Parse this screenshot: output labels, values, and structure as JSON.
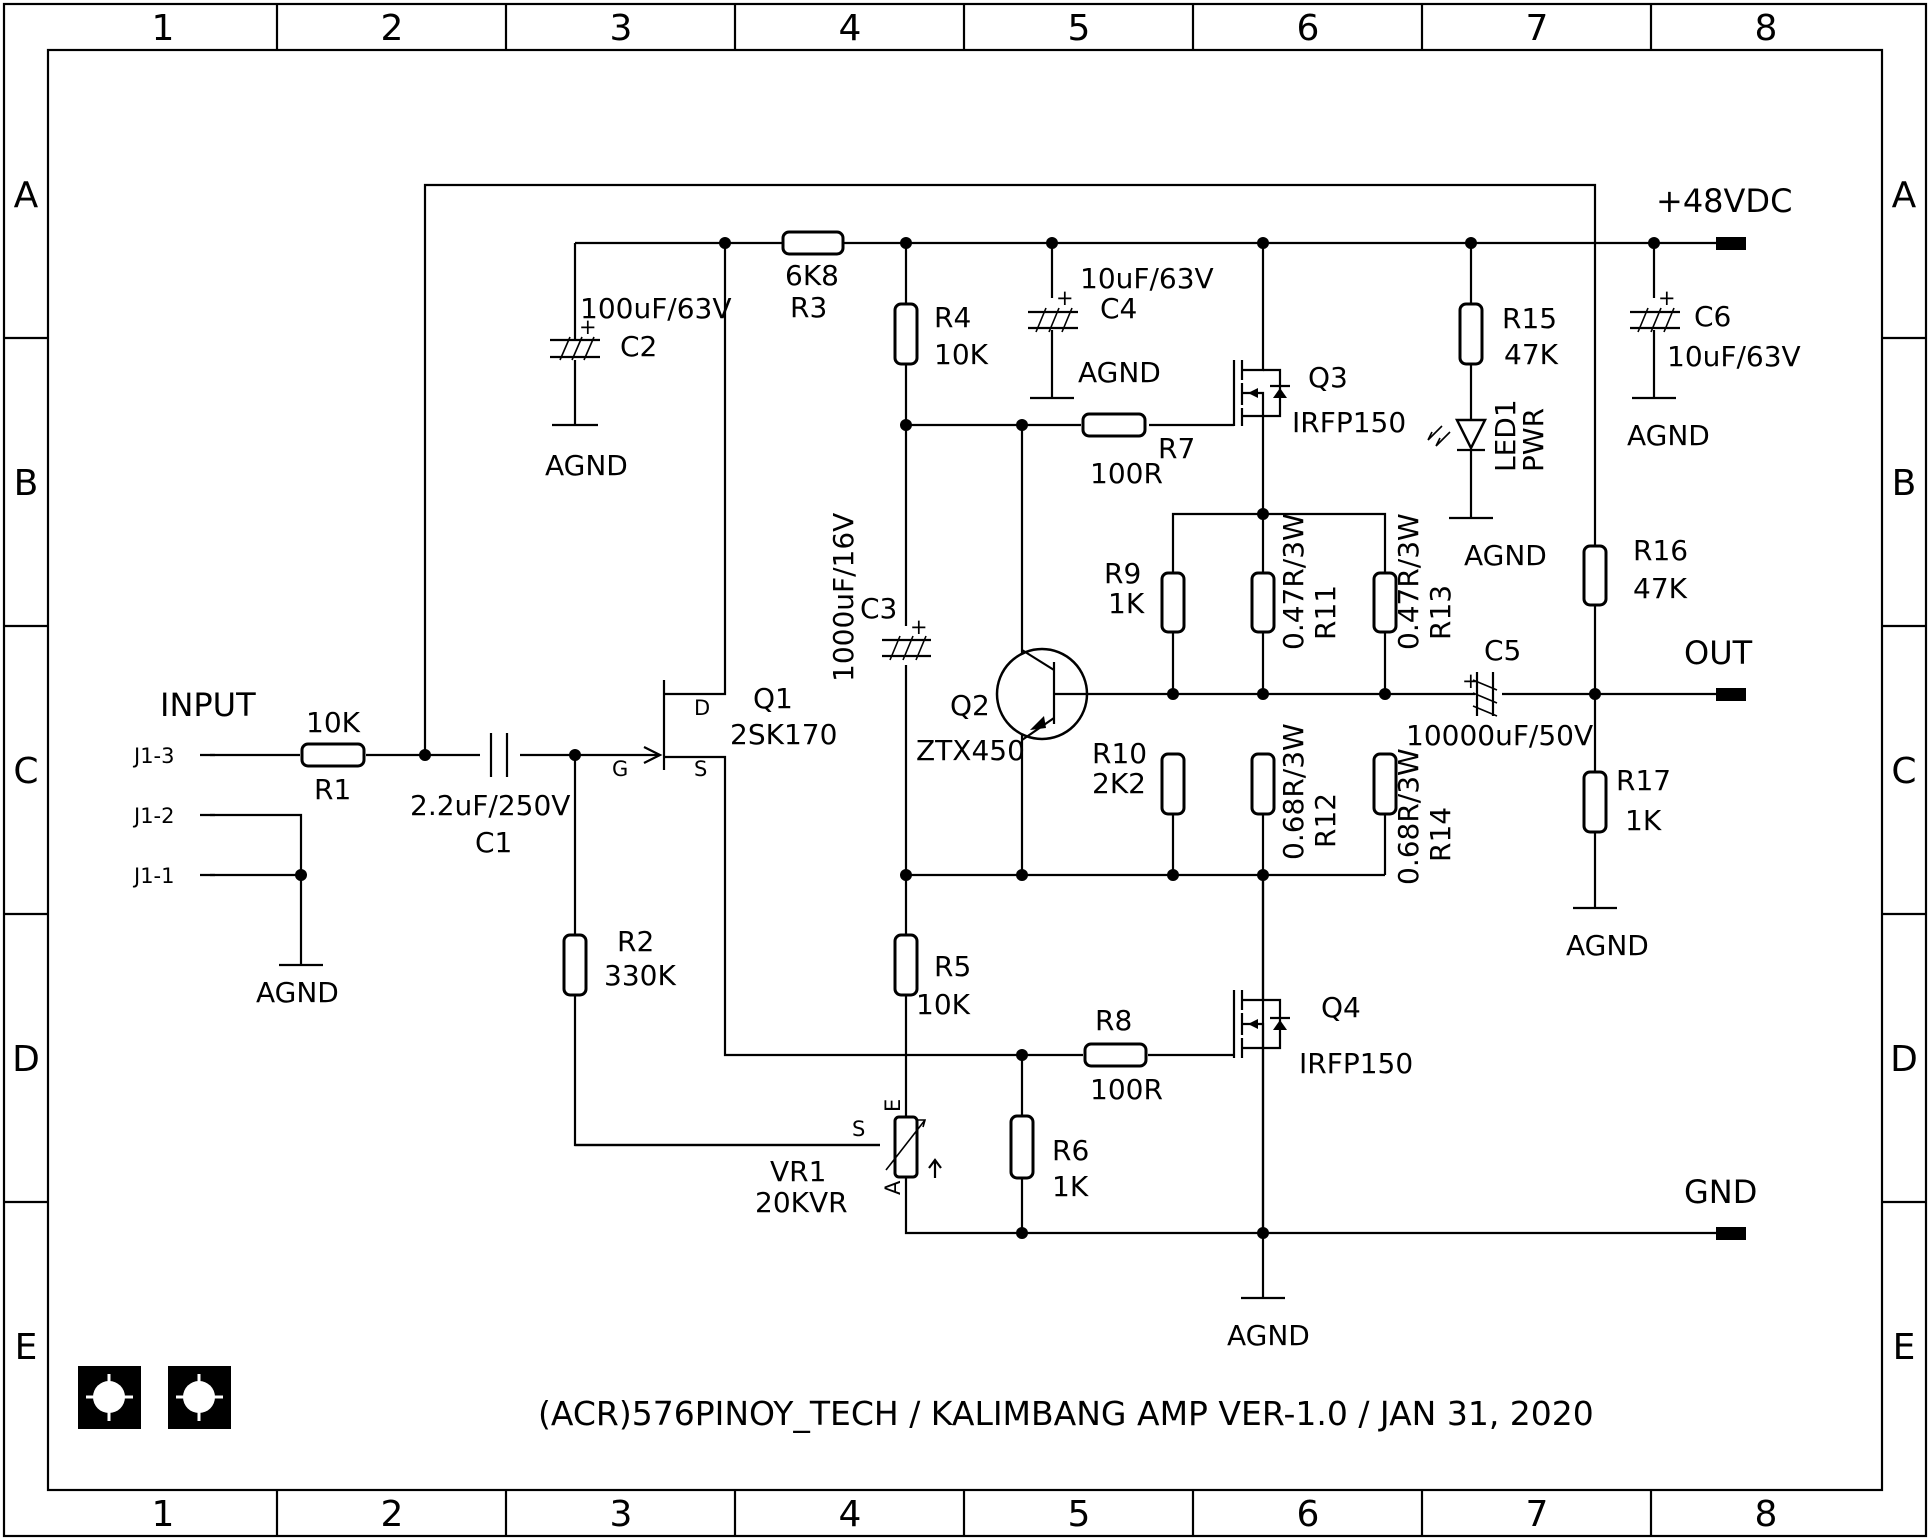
{
  "grid": {
    "cols": [
      "1",
      "2",
      "3",
      "4",
      "5",
      "6",
      "7",
      "8"
    ],
    "rows": [
      "A",
      "B",
      "C",
      "D",
      "E"
    ]
  },
  "title_block": "(ACR)576PINOY_TECH / KALIMBANG AMP VER-1.0 / JAN 31, 2020",
  "ports": {
    "input": "INPUT",
    "j1_3": "J1-3",
    "j1_2": "J1-2",
    "j1_1": "J1-1",
    "supply": "+48VDC",
    "out": "OUT",
    "gnd": "GND"
  },
  "ground_label": "AGND",
  "components": {
    "R1": {
      "ref": "R1",
      "value": "10K"
    },
    "R2": {
      "ref": "R2",
      "value": "330K"
    },
    "R3": {
      "ref": "R3",
      "value": "6K8"
    },
    "R4": {
      "ref": "R4",
      "value": "10K"
    },
    "R5": {
      "ref": "R5",
      "value": "10K"
    },
    "R6": {
      "ref": "R6",
      "value": "1K"
    },
    "R7": {
      "ref": "R7",
      "value": "100R"
    },
    "R8": {
      "ref": "R8",
      "value": "100R"
    },
    "R9": {
      "ref": "R9",
      "value": "1K"
    },
    "R10": {
      "ref": "R10",
      "value": "2K2"
    },
    "R11": {
      "ref": "R11",
      "value": "0.47R/3W"
    },
    "R12": {
      "ref": "R12",
      "value": "0.68R/3W"
    },
    "R13": {
      "ref": "R13",
      "value": "0.47R/3W"
    },
    "R14": {
      "ref": "R14",
      "value": "0.68R/3W"
    },
    "R15": {
      "ref": "R15",
      "value": "47K"
    },
    "R16": {
      "ref": "R16",
      "value": "47K"
    },
    "R17": {
      "ref": "R17",
      "value": "1K"
    },
    "C1": {
      "ref": "C1",
      "value": "2.2uF/250V"
    },
    "C2": {
      "ref": "C2",
      "value": "100uF/63V"
    },
    "C3": {
      "ref": "C3",
      "value": "1000uF/16V"
    },
    "C4": {
      "ref": "C4",
      "value": "10uF/63V"
    },
    "C5": {
      "ref": "C5",
      "value": "10000uF/50V"
    },
    "C6": {
      "ref": "C6",
      "value": "10uF/63V"
    },
    "Q1": {
      "ref": "Q1",
      "value": "2SK170",
      "pin_d": "D",
      "pin_g": "G",
      "pin_s": "S"
    },
    "Q2": {
      "ref": "Q2",
      "value": "ZTX450"
    },
    "Q3": {
      "ref": "Q3",
      "value": "IRFP150"
    },
    "Q4": {
      "ref": "Q4",
      "value": "IRFP150"
    },
    "VR1": {
      "ref": "VR1",
      "value": "20KVR",
      "pin_s": "S",
      "pin_e": "E",
      "pin_a": "A"
    },
    "LED1": {
      "ref": "LED1",
      "value": "PWR"
    }
  }
}
